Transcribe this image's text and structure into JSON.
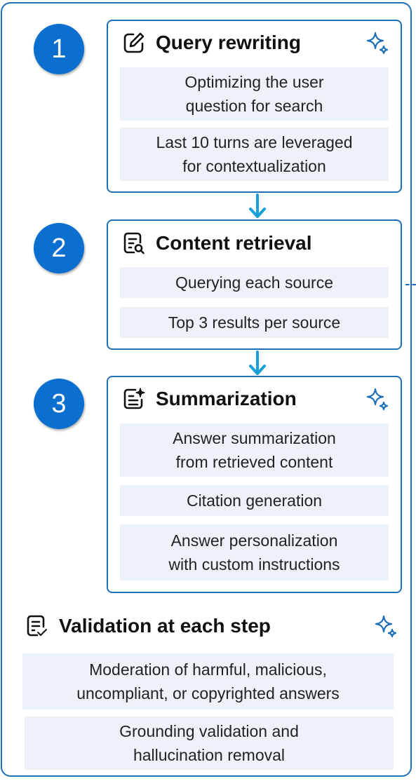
{
  "colors": {
    "accent": "#1d6fb8",
    "step_circle": "#0b6fd0",
    "box_fill": "#edf2f9"
  },
  "steps": [
    {
      "number": "1",
      "title": "Query rewriting",
      "icon": "pencil-square-icon",
      "ai_sparkle": true,
      "items": [
        "Optimizing the user\nquestion for search",
        "Last 10 turns are leveraged\nfor contextualization"
      ]
    },
    {
      "number": "2",
      "title": "Content retrieval",
      "icon": "document-search-icon",
      "ai_sparkle": false,
      "items": [
        "Querying each source",
        "Top 3 results per source"
      ]
    },
    {
      "number": "3",
      "title": "Summarization",
      "icon": "document-sparkle-icon",
      "ai_sparkle": true,
      "items": [
        "Answer summarization\nfrom retrieved content",
        "Citation generation",
        "Answer personalization\nwith custom instructions"
      ]
    }
  ],
  "validation": {
    "title": "Validation at each step",
    "icon": "document-check-icon",
    "ai_sparkle": true,
    "items": [
      "Moderation of harmful, malicious,\nuncompliant, or copyrighted answers",
      "Grounding validation and\nhallucination removal"
    ]
  }
}
